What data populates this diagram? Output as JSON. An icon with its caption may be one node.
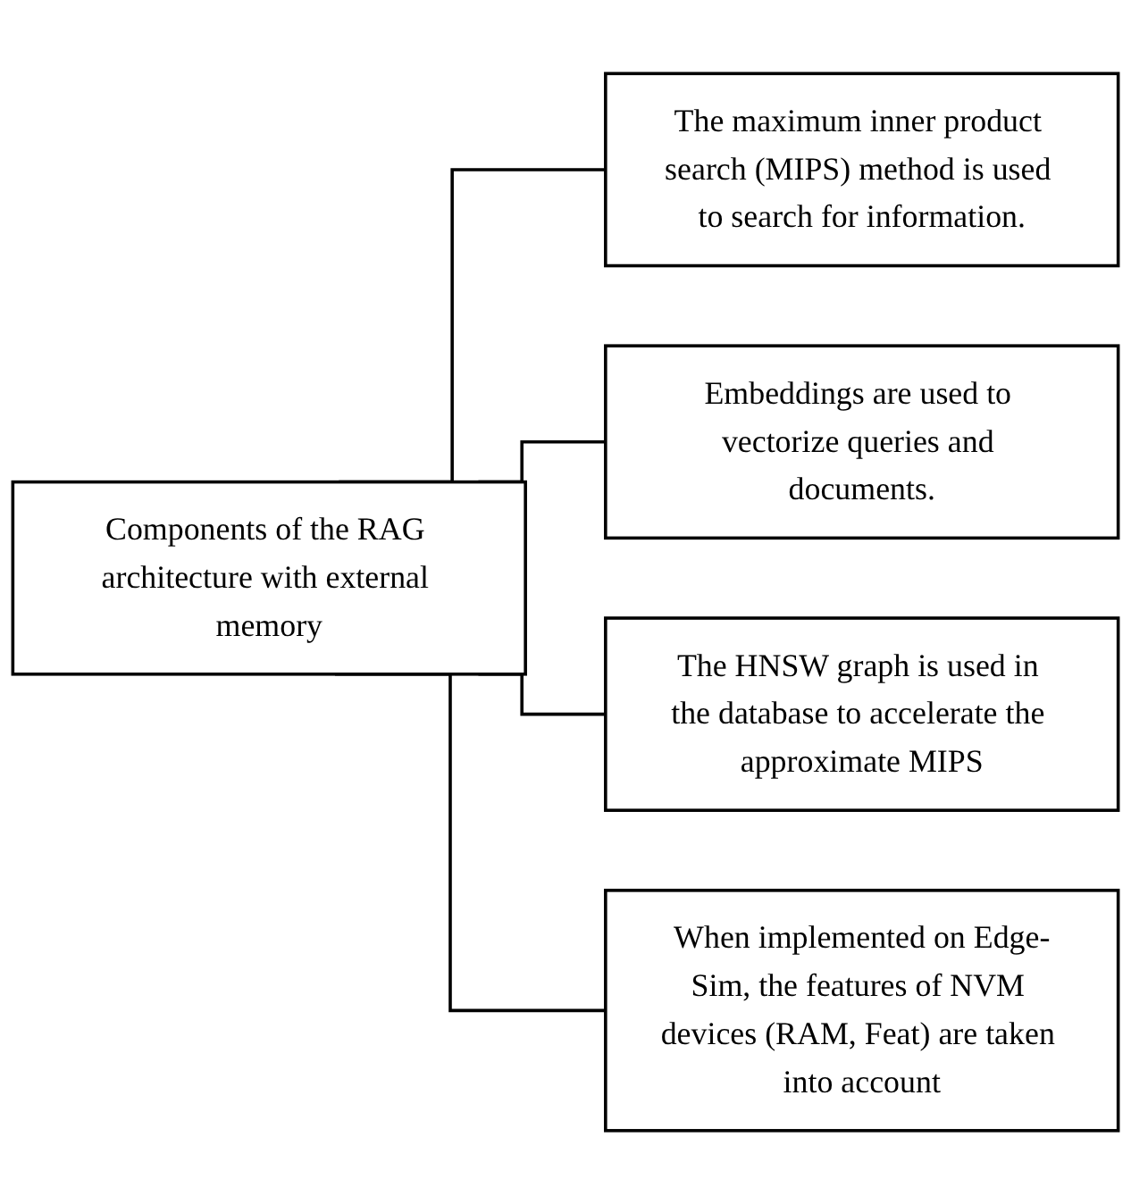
{
  "diagram": {
    "nodes": [
      {
        "text": [
          "Components of the RAG architecture with external memory"
        ]
      },
      {
        "text": [
          "The maximum inner product search (MIPS) method is used to search for information."
        ]
      },
      {
        "text": [
          "Embeddings are used to vectorize queries and documents."
        ]
      },
      {
        "text": [
          "The HNSW graph is used in the database to accelerate the approximate MIPS"
        ]
      },
      {
        "text": [
          "When implemented on Edge-Sim, the features of NVM devices (RAM, Feat) are taken into account"
        ]
      }
    ],
    "edges": [
      {
        "from": 0,
        "to": 1,
        "arrow": "none"
      },
      {
        "from": 0,
        "to": 2,
        "arrow": "none"
      },
      {
        "from": 0,
        "to": 3,
        "arrow": "none"
      },
      {
        "from": 0,
        "to": 4,
        "arrow": "none"
      }
    ]
  }
}
